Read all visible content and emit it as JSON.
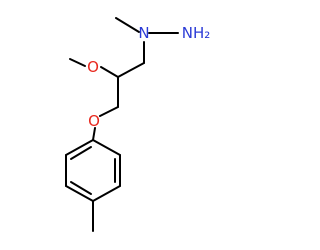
{
  "molecule": {
    "atoms": {
      "nitrogen_1": {
        "label": "N",
        "color": "#2b3bd6"
      },
      "nitrogen_2": {
        "label": "NH₂",
        "color": "#2b3bd6"
      },
      "methoxy_oxygen": {
        "label": "O",
        "color": "#e8281e"
      },
      "ether_oxygen": {
        "label": "O",
        "color": "#e8281e"
      }
    },
    "bond_color": "#000000",
    "background_color": "#ffffff"
  }
}
